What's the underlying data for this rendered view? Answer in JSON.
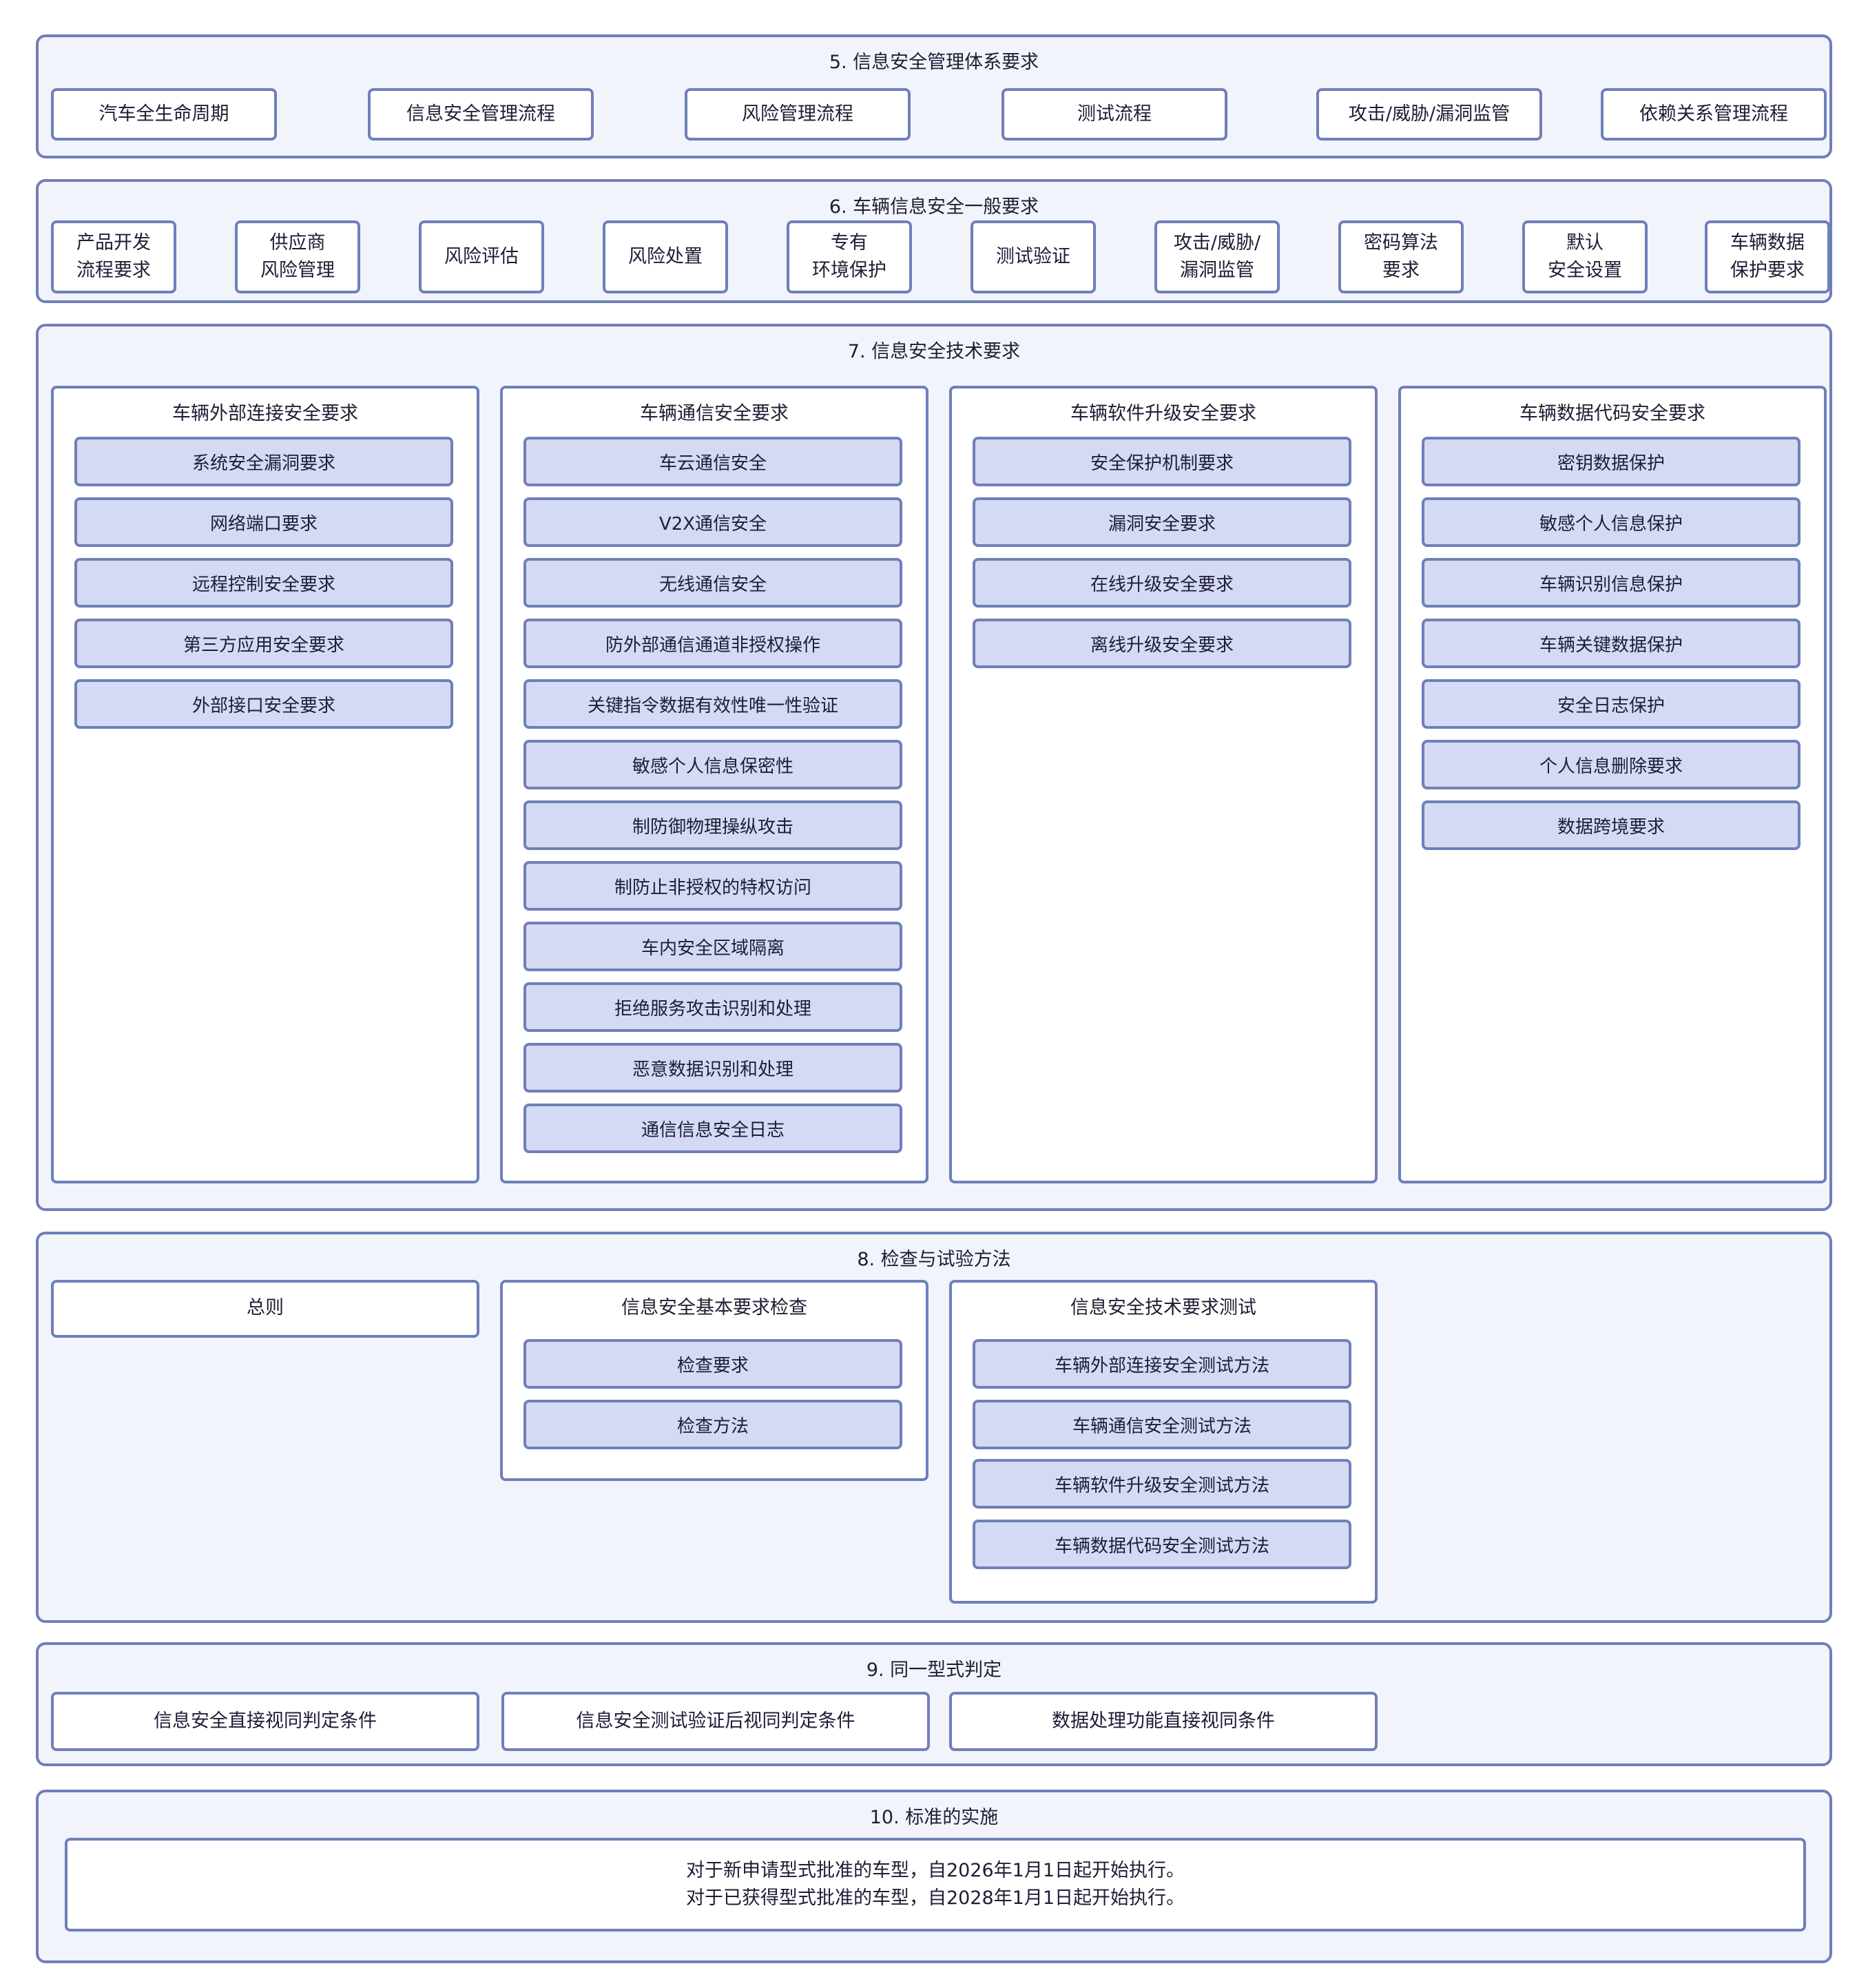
{
  "s5": {
    "title": "5. 信息安全管理体系要求",
    "items": [
      "汽车全生命周期",
      "信息安全管理流程",
      "风险管理流程",
      "测试流程",
      "攻击/威胁/漏洞监管",
      "依赖关系管理流程"
    ]
  },
  "s6": {
    "title": "6. 车辆信息安全一般要求",
    "items": [
      "产品开发\n流程要求",
      "供应商\n风险管理",
      "风险评估",
      "风险处置",
      "专有\n环境保护",
      "测试验证",
      "攻击/威胁/\n漏洞监管",
      "密码算法\n要求",
      "默认\n安全设置",
      "车辆数据\n保护要求"
    ]
  },
  "s7": {
    "title": "7. 信息安全技术要求",
    "columns": [
      {
        "title": "车辆外部连接安全要求",
        "items": [
          "系统安全漏洞要求",
          "网络端口要求",
          "远程控制安全要求",
          "第三方应用安全要求",
          "外部接口安全要求"
        ]
      },
      {
        "title": "车辆通信安全要求",
        "items": [
          "车云通信安全",
          "V2X通信安全",
          "无线通信安全",
          "防外部通信通道非授权操作",
          "关键指令数据有效性唯一性验证",
          "敏感个人信息保密性",
          "制防御物理操纵攻击",
          "制防止非授权的特权访问",
          "车内安全区域隔离",
          "拒绝服务攻击识别和处理",
          "恶意数据识别和处理",
          "通信信息安全日志"
        ]
      },
      {
        "title": "车辆软件升级安全要求",
        "items": [
          "安全保护机制要求",
          "漏洞安全要求",
          "在线升级安全要求",
          "离线升级安全要求"
        ]
      },
      {
        "title": "车辆数据代码安全要求",
        "items": [
          "密钥数据保护",
          "敏感个人信息保护",
          "车辆识别信息保护",
          "车辆关键数据保护",
          "安全日志保护",
          "个人信息删除要求",
          "数据跨境要求"
        ]
      }
    ]
  },
  "s8": {
    "title": "8. 检查与试验方法",
    "general": "总则",
    "basic": {
      "title": "信息安全基本要求检查",
      "items": [
        "检查要求",
        "检查方法"
      ]
    },
    "tech": {
      "title": "信息安全技术要求测试",
      "items": [
        "车辆外部连接安全测试方法",
        "车辆通信安全测试方法",
        "车辆软件升级安全测试方法",
        "车辆数据代码安全测试方法"
      ]
    }
  },
  "s9": {
    "title": "9. 同一型式判定",
    "items": [
      "信息安全直接视同判定条件",
      "信息安全测试验证后视同判定条件",
      "数据处理功能直接视同条件"
    ]
  },
  "s10": {
    "title": "10. 标准的实施",
    "text": "对于新申请型式批准的车型，自2026年1月1日起开始执行。\n对于已获得型式批准的车型，自2028年1月1日起开始执行。"
  }
}
